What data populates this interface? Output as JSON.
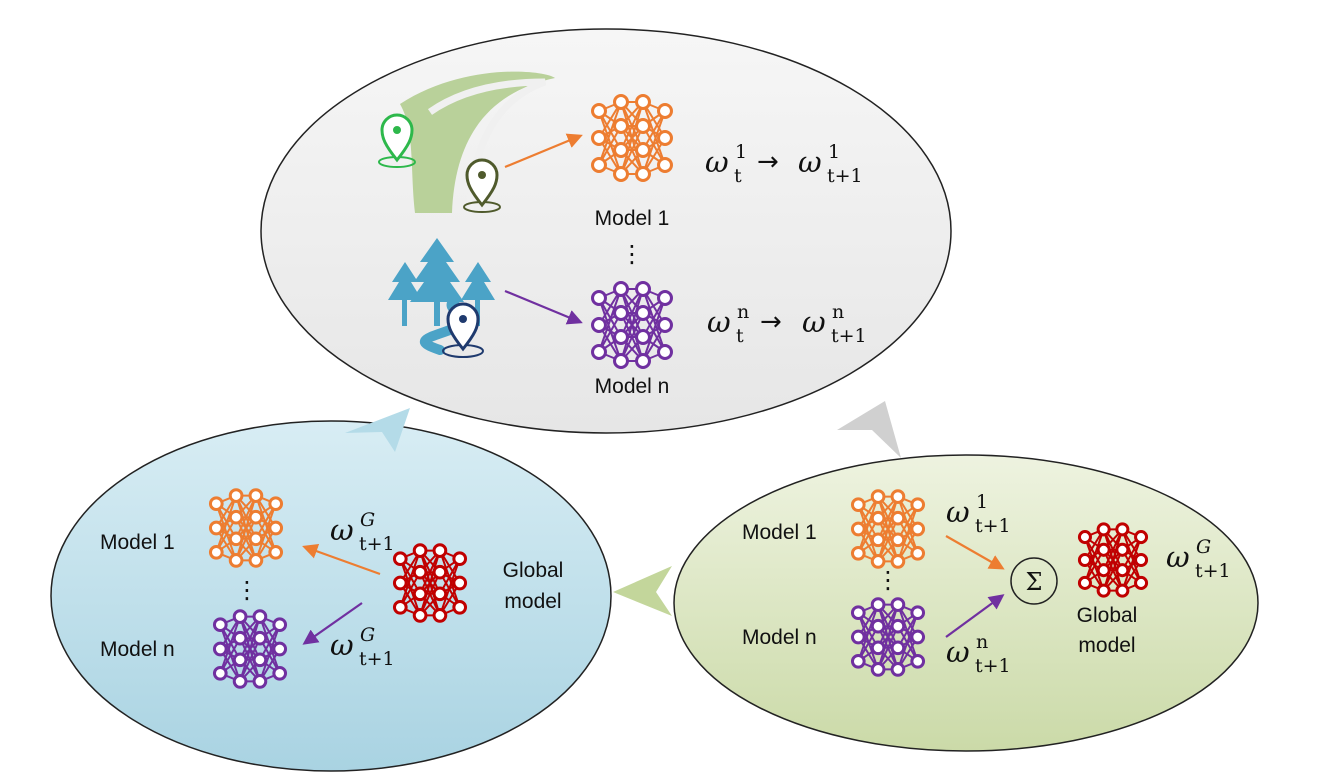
{
  "colors": {
    "orange": "#ED7D31",
    "purple": "#7030A0",
    "red": "#C00000",
    "top_ellipse": "#EEEEEE",
    "left_ellipse": "#BBDCE8",
    "right_ellipse": "#D8E4BC",
    "cycle_arrow_blue": "#B4DBE8",
    "cycle_arrow_gray": "#D0D0D0",
    "cycle_arrow_green": "#C3D69B"
  },
  "top": {
    "model1_label": "Model 1",
    "modeln_label": "Model n",
    "vdots": "⋮",
    "eq1": {
      "omega": "ω",
      "sup": "1",
      "sub_t": "t",
      "arrow": "→",
      "sub_t1": "t+1"
    },
    "eqn": {
      "omega": "ω",
      "sup": "n",
      "sub_t": "t",
      "arrow": "→",
      "sub_t1": "t+1"
    },
    "icons": [
      "road-map-pin-icon",
      "forest-map-pin-icon"
    ]
  },
  "left": {
    "model1_label": "Model 1",
    "modeln_label": "Model n",
    "vdots": "⋮",
    "global_label_line1": "Global",
    "global_label_line2": "model",
    "omega_top": {
      "omega": "ω",
      "sup": "G",
      "sub": "t+1"
    },
    "omega_bottom": {
      "omega": "ω",
      "sup": "G",
      "sub": "t+1"
    }
  },
  "right": {
    "model1_label": "Model 1",
    "modeln_label": "Model n",
    "vdots": "⋮",
    "sum_symbol": "Σ",
    "global_label_line1": "Global",
    "global_label_line2": "model",
    "omega_1": {
      "omega": "ω",
      "sup": "1",
      "sub": "t+1"
    },
    "omega_n": {
      "omega": "ω",
      "sup": "n",
      "sub": "t+1"
    },
    "omega_G": {
      "omega": "ω",
      "sup": "G",
      "sub": "t+1"
    }
  }
}
